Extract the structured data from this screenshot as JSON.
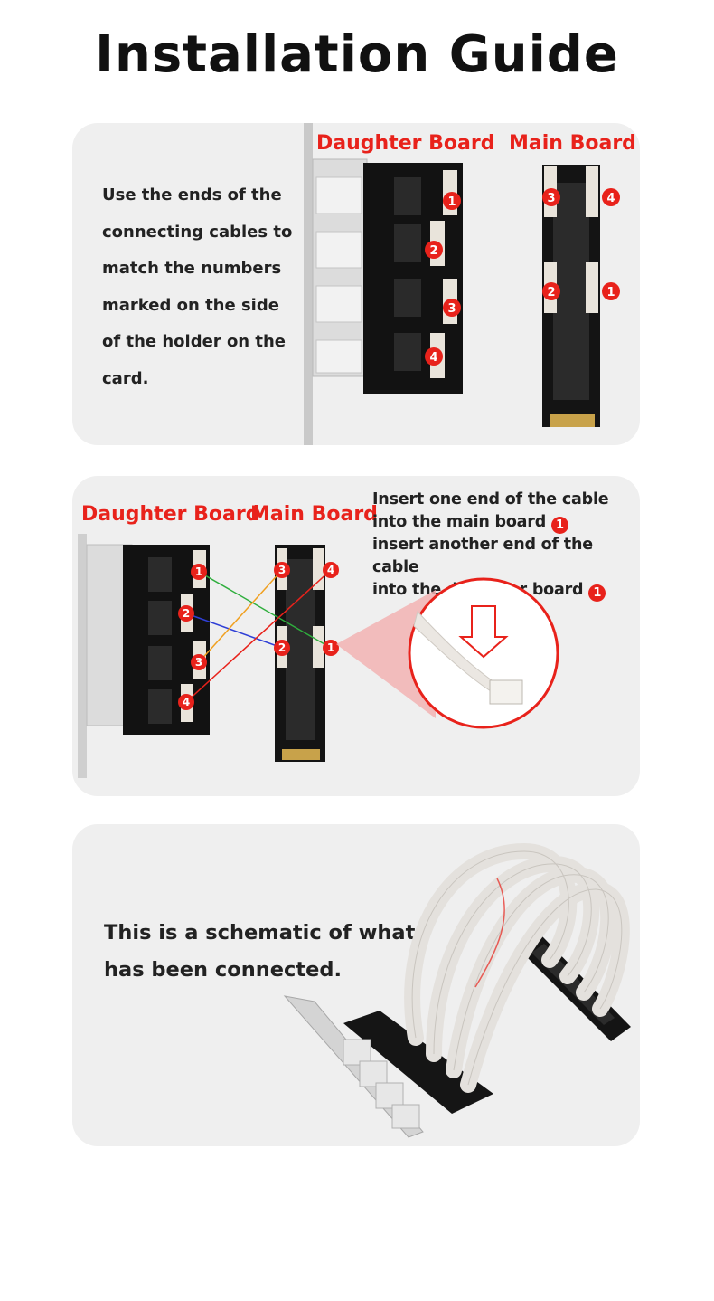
{
  "title": "Installation Guide",
  "step1": {
    "text": "Use the ends of the connecting cables to match the numbers marked on the side of the holder on the card.",
    "daughter_label": "Daughter Board",
    "main_label": "Main Board",
    "daughter_numbers": [
      "1",
      "2",
      "3",
      "4"
    ],
    "main_numbers": [
      "3",
      "4",
      "2",
      "1"
    ]
  },
  "step2": {
    "daughter_label": "Daughter Board",
    "main_label": "Main Board",
    "line1": "Insert one end of the cable",
    "line2": "into the main board",
    "line3": "insert another end of the cable",
    "line4": "into the daughter board",
    "badge": "1"
  },
  "step3": {
    "text": "This is a schematic of what has been connected."
  },
  "colors": {
    "accent_red": "#e8221b",
    "panel_bg": "#efefef",
    "pcb": "#111111",
    "wire_green": "#2fae3d",
    "wire_blue": "#2f3fd6",
    "wire_orange": "#f0a020",
    "wire_red": "#e8221b"
  }
}
